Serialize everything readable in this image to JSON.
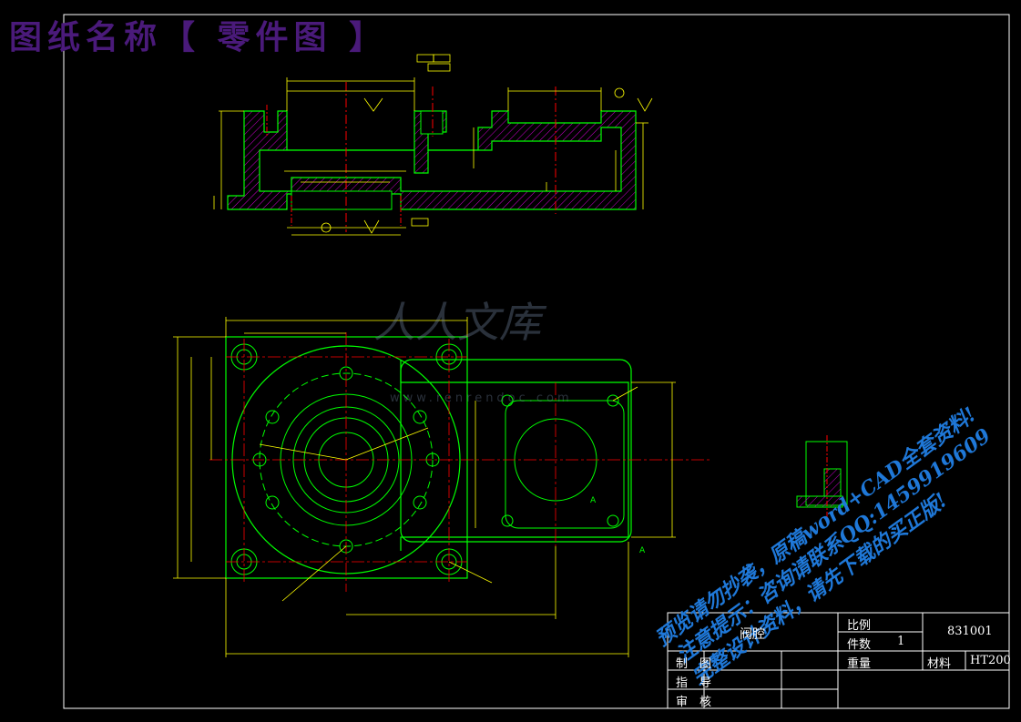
{
  "banner": {
    "title": "图纸名称【 零件图 】"
  },
  "watermark": {
    "logo_text": "人人文库",
    "url": "www.renrendoc.com",
    "lines": [
      "预览请勿抄袭，原稿word+CAD全套资料!",
      "注意提示：咨询请联系QQ:1459919609",
      "完整设计资料，请先下载的买正版!"
    ]
  },
  "title_block": {
    "part_name": "阀腔",
    "ratio_label": "比例",
    "qty_label": "件数",
    "qty_value": "1",
    "drawing_no": "831001",
    "weight_label": "重量",
    "material_label": "材料",
    "material_value": "HT200",
    "drawn_label": "制　图",
    "guide_label": "指　导",
    "review_label": "审　核"
  },
  "colors": {
    "background": "#000000",
    "outline": "#00ff00",
    "dimension": "#ffff00",
    "centerline": "#ff0000",
    "hatch": "#cc00cc",
    "border": "#ffffff",
    "banner": "#4a1a7a",
    "watermark_blue": "#1f78d8"
  }
}
